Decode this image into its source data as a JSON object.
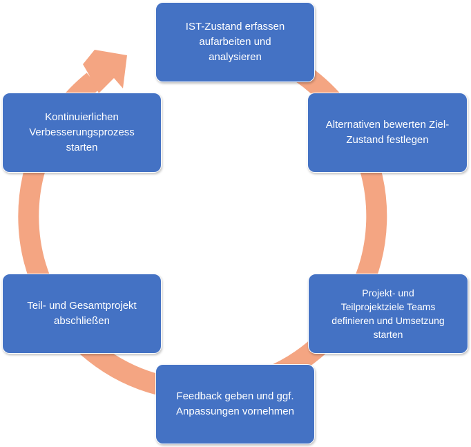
{
  "diagram": {
    "ring_color": "#f4a582",
    "box_color": "#4472c4",
    "steps": [
      {
        "label": "IST-Zustand erfassen\naufarbeiten und\nanalysieren"
      },
      {
        "label": "Alternativen bewerten Ziel-\nZustand festlegen"
      },
      {
        "label": "Projekt- und\nTeilprojektziele Teams\ndefinieren  und Umsetzung\nstarten"
      },
      {
        "label": "Feedback geben und ggf.\nAnpassungen vornehmen"
      },
      {
        "label": "Teil- und Gesamtprojekt\nabschließen"
      },
      {
        "label": "Kontinuierlichen\nVerbesserungsprozess\nstarten"
      }
    ]
  }
}
